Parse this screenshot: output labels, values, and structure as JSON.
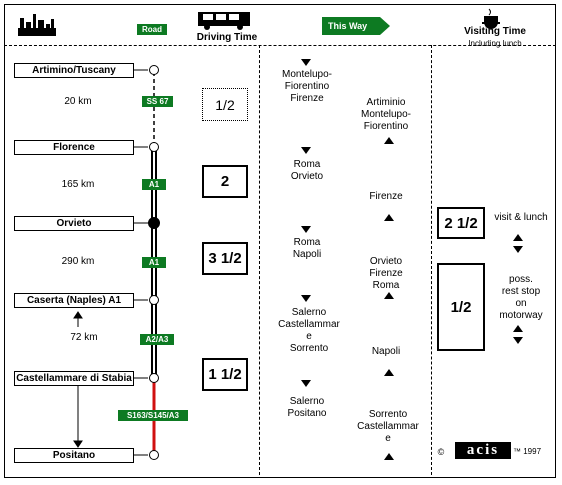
{
  "header": {
    "road_label": "Road",
    "driving_time": "Driving Time",
    "this_way": "This Way",
    "visiting_time": "Visiting Time",
    "including_lunch": "Including lunch"
  },
  "places": [
    "Artimino/Tuscany",
    "Florence",
    "Orvieto",
    "Caserta (Naples) A1",
    "Castellammare di Stabia",
    "Positano"
  ],
  "distances": [
    "20 km",
    "165 km",
    "290 km",
    "72 km"
  ],
  "roads": [
    "SS 67",
    "A1",
    "A1",
    "A2/A3",
    "S163/S145/A3"
  ],
  "driving_times": [
    "1/2",
    "2",
    "3 1/2",
    "1 1/2"
  ],
  "direction_down": [
    "Montelupo-\nFiorentino\nFirenze",
    "Roma\nOrvieto",
    "Roma\nNapoli",
    "Salerno\nCastellammar\ne\nSorrento",
    "Salerno\nPositano"
  ],
  "direction_up": [
    "Artiminio\nMontelupo-\nFiorentino",
    "Firenze",
    "Orvieto\nFirenze\nRoma",
    "Napoli",
    "Sorrento\nCastellammar\ne"
  ],
  "visiting": {
    "time1": "2 1/2",
    "time1_note": "visit & lunch",
    "time2": "1/2",
    "time2_note": "poss.\nrest stop\non\nmotorway"
  },
  "footer": {
    "copyright": "©",
    "brand": "acis",
    "trademark": "™ 1997"
  },
  "colors": {
    "road_green": "#0d7a22",
    "coastal_red": "#d01010"
  }
}
